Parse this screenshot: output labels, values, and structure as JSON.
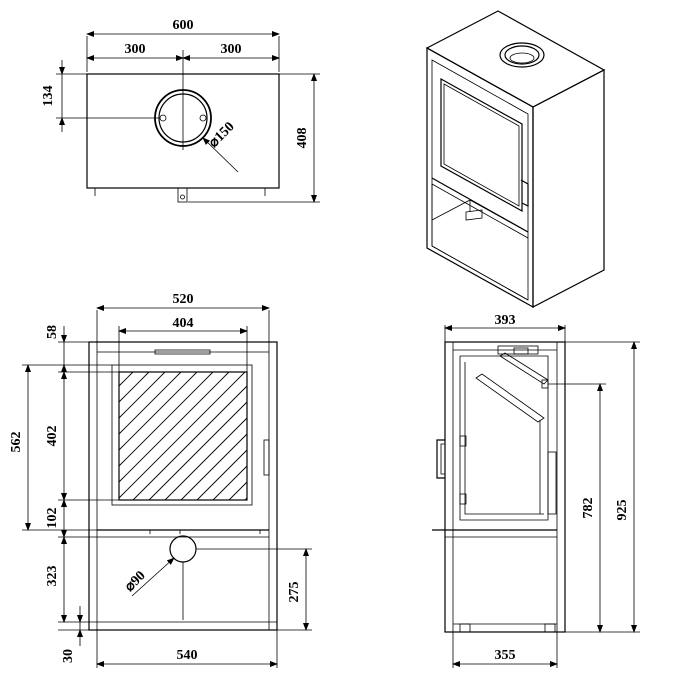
{
  "top_view": {
    "width": "600",
    "left_half": "300",
    "right_half": "300",
    "flue_offset": "134",
    "depth": "408",
    "flue_diameter": "150"
  },
  "front_view": {
    "body_width": "520",
    "window_width": "404",
    "top_offset": "58",
    "window_height": "402",
    "height_562": "562",
    "window_bottom": "102",
    "lower_height": "323",
    "air_inlet_height": "275",
    "air_diameter": "90",
    "base_height": "30",
    "base_width": "540"
  },
  "side_view": {
    "depth": "393",
    "height_782": "782",
    "total_height": "925",
    "base_depth": "355"
  }
}
